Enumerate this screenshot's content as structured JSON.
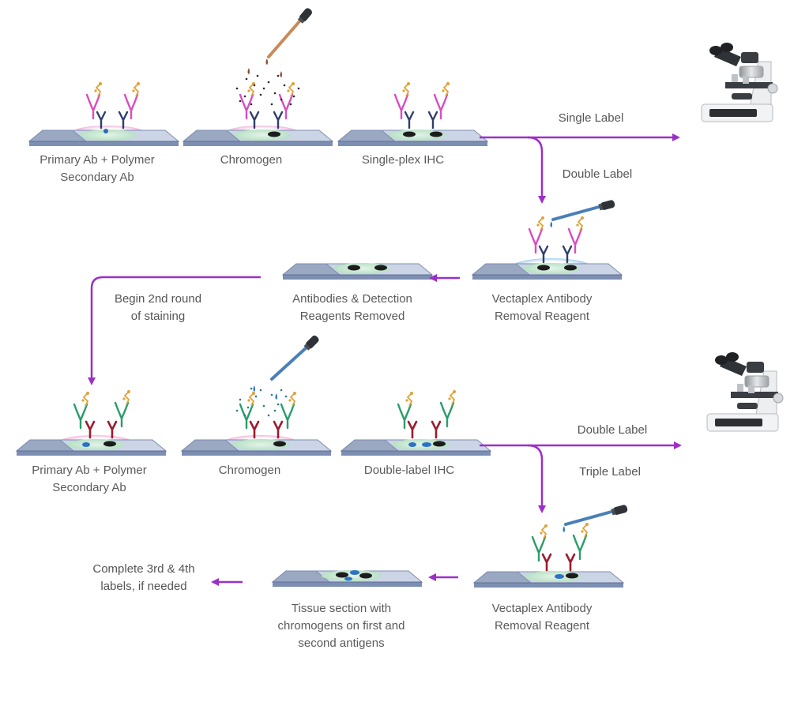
{
  "labels": {
    "primary_ab_1": [
      "Primary Ab + Polymer",
      "Secondary Ab"
    ],
    "chromogen_1": "Chromogen",
    "singleplex_ihc": "Single-plex IHC",
    "single_label": "Single Label",
    "double_label_branch": "Double Label",
    "removal_reagent_1": [
      "Vectaplex Antibody",
      "Removal Reagent"
    ],
    "antibodies_removed": [
      "Antibodies & Detection",
      "Reagents Removed"
    ],
    "begin_second_round": [
      "Begin 2nd round",
      "of staining"
    ],
    "primary_ab_2": [
      "Primary Ab + Polymer",
      "Secondary Ab"
    ],
    "chromogen_2": "Chromogen",
    "doublelabel_ihc": "Double-label IHC",
    "double_label": "Double Label",
    "triple_label": "Triple Label",
    "removal_reagent_2": [
      "Vectaplex Antibody",
      "Removal Reagent"
    ],
    "tissue_section": [
      "Tissue section with",
      "chromogens on first and",
      "second antigens"
    ],
    "complete_labels": [
      "Complete 3rd & 4th",
      "labels, if needed"
    ]
  },
  "colors": {
    "arrow": "#9b30c8",
    "slide_body": "#b7c4d9",
    "slide_edge": "#7e8db0",
    "tissue": "#cbe9d6",
    "antibody_primary_round1": "#d64fc0",
    "antibody_secondary_round1": "#2f3f6b",
    "antibody_primary_round2": "#2a9d6a",
    "antibody_secondary_round2": "#9b1c2e",
    "polymer": "#e0a237",
    "chromogen_brown": "#8b4a2b",
    "chromogen_blue": "#2b72c8"
  },
  "icons": [
    "microscope-icon",
    "dropper-icon",
    "slide-icon",
    "antibody-icon"
  ]
}
